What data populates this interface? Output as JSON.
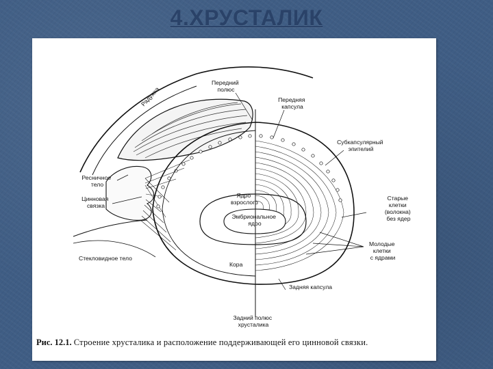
{
  "slide": {
    "title": "4.ХРУСТАЛИК"
  },
  "figure": {
    "labels": {
      "iris": "Радужка",
      "anterior_pole": [
        "Передний",
        "полюс"
      ],
      "anterior_capsule": [
        "Передняя",
        "капсула"
      ],
      "subcapsular_epithelium": [
        "Субкапсулярный",
        "эпителий"
      ],
      "ciliary_body": [
        "Ресничное",
        "тело"
      ],
      "zonule": [
        "Цинновая",
        "связка"
      ],
      "adult_nucleus": [
        "Ядро",
        "взрослого"
      ],
      "embryonic_nucleus": [
        "Эмбриональное",
        "ядро"
      ],
      "old_cells": [
        "Старые",
        "клетки",
        "(волокна)",
        "без ядер"
      ],
      "young_cells": [
        "Молодые",
        "клетки",
        "с ядрами"
      ],
      "vitreous_body": "Стекловидное тело",
      "cortex": "Кора",
      "posterior_capsule": "Задняя капсула",
      "posterior_pole": [
        "Задний полюс",
        "хрусталика"
      ]
    },
    "caption": {
      "label": "Рис. 12.1.",
      "text": "Строение хрусталика и расположение поддерживающей его цинновой связки."
    }
  }
}
